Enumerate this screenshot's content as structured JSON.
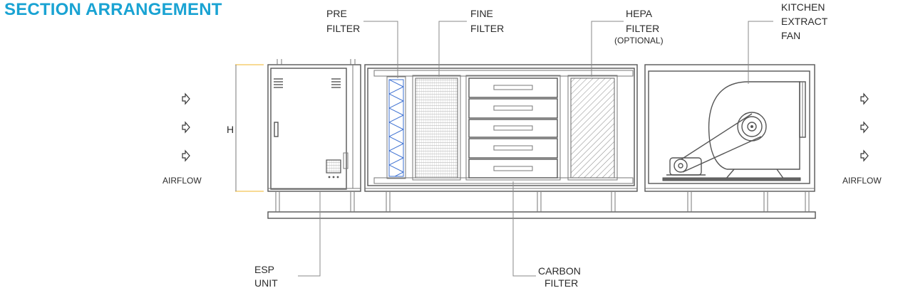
{
  "title": "SECTION ARRANGEMENT",
  "colors": {
    "title": "#1aa3d3",
    "dimension": "#f0b429",
    "filter_pre": "#3b6fd1",
    "line": "#555555"
  },
  "labels": {
    "pre_filter": [
      "PRE",
      "FILTER"
    ],
    "fine_filter": [
      "FINE",
      "FILTER"
    ],
    "hepa_filter": [
      "HEPA",
      "FILTER"
    ],
    "hepa_note": "(OPTIONAL)",
    "kitchen_fan": [
      "KITCHEN",
      "EXTRACT",
      "FAN"
    ],
    "esp_unit": [
      "ESP",
      "UNIT"
    ],
    "carbon_filter": [
      "CARBON",
      "FILTER"
    ],
    "height": "H",
    "airflow_left": "AIRFLOW",
    "airflow_right": "AIRFLOW"
  },
  "icons": {
    "airflow": "airflow-arrow-icon"
  }
}
